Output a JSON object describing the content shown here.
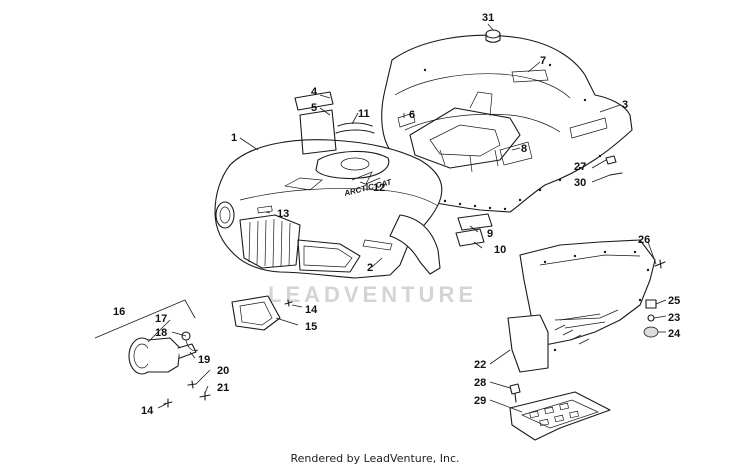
{
  "watermark": "LEADVENTURE",
  "footer": "Rendered by LeadVenture, Inc.",
  "decal_text": "ARCTIC CAT",
  "callouts": {
    "c1": "1",
    "c2": "2",
    "c3": "3",
    "c4": "4",
    "c5": "5",
    "c6": "6",
    "c7": "7",
    "c8": "8",
    "c9": "9",
    "c10": "10",
    "c11": "11",
    "c12": "12",
    "c13": "13",
    "c14a": "14",
    "c14b": "14",
    "c15": "15",
    "c16": "16",
    "c17": "17",
    "c18": "18",
    "c19": "19",
    "c20": "20",
    "c21": "21",
    "c22": "22",
    "c23": "23",
    "c24": "24",
    "c25": "25",
    "c26": "26",
    "c27": "27",
    "c28": "28",
    "c29": "29",
    "c30": "30",
    "c31": "31"
  }
}
